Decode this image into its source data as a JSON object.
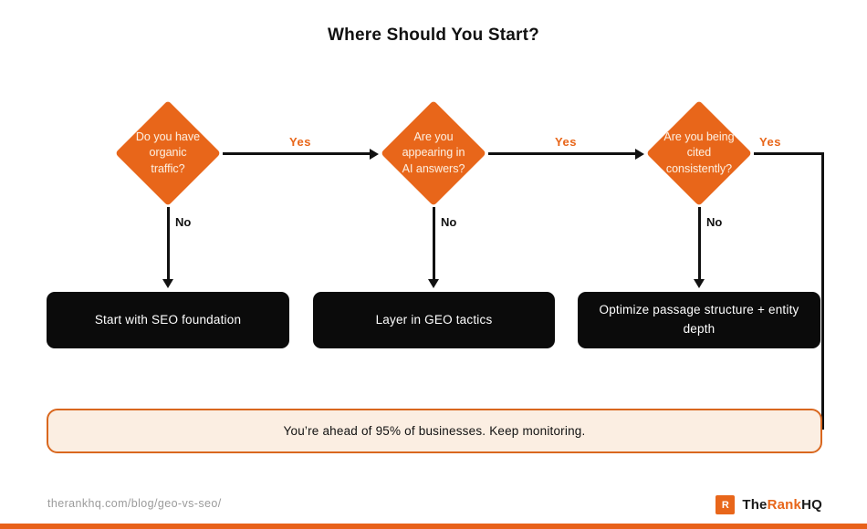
{
  "title": "Where Should You Start?",
  "colors": {
    "orange": "#E8661A",
    "yes_label": "#E8661A",
    "action_box_bg": "#0B0B0B",
    "note_bg": "#FBEEE2",
    "note_border": "#D9671E",
    "bottom_bar": "#E8611A"
  },
  "labels": {
    "yes": "Yes",
    "no": "No"
  },
  "diamonds": [
    {
      "question": "Do you have organic traffic?"
    },
    {
      "question": "Are you appearing in AI answers?"
    },
    {
      "question": "Are you being cited consistently?"
    }
  ],
  "actions": [
    {
      "text": "Start with SEO foundation"
    },
    {
      "text": "Layer in GEO tactics"
    },
    {
      "text": "Optimize passage structure + entity depth"
    }
  ],
  "note": "You’re ahead of 95% of businesses. Keep monitoring.",
  "footer": {
    "url": "therankhq.com/blog/geo-vs-seo/",
    "logo_letter": "R",
    "brand_the": "The",
    "brand_rank": "Rank",
    "brand_hq": "HQ"
  }
}
